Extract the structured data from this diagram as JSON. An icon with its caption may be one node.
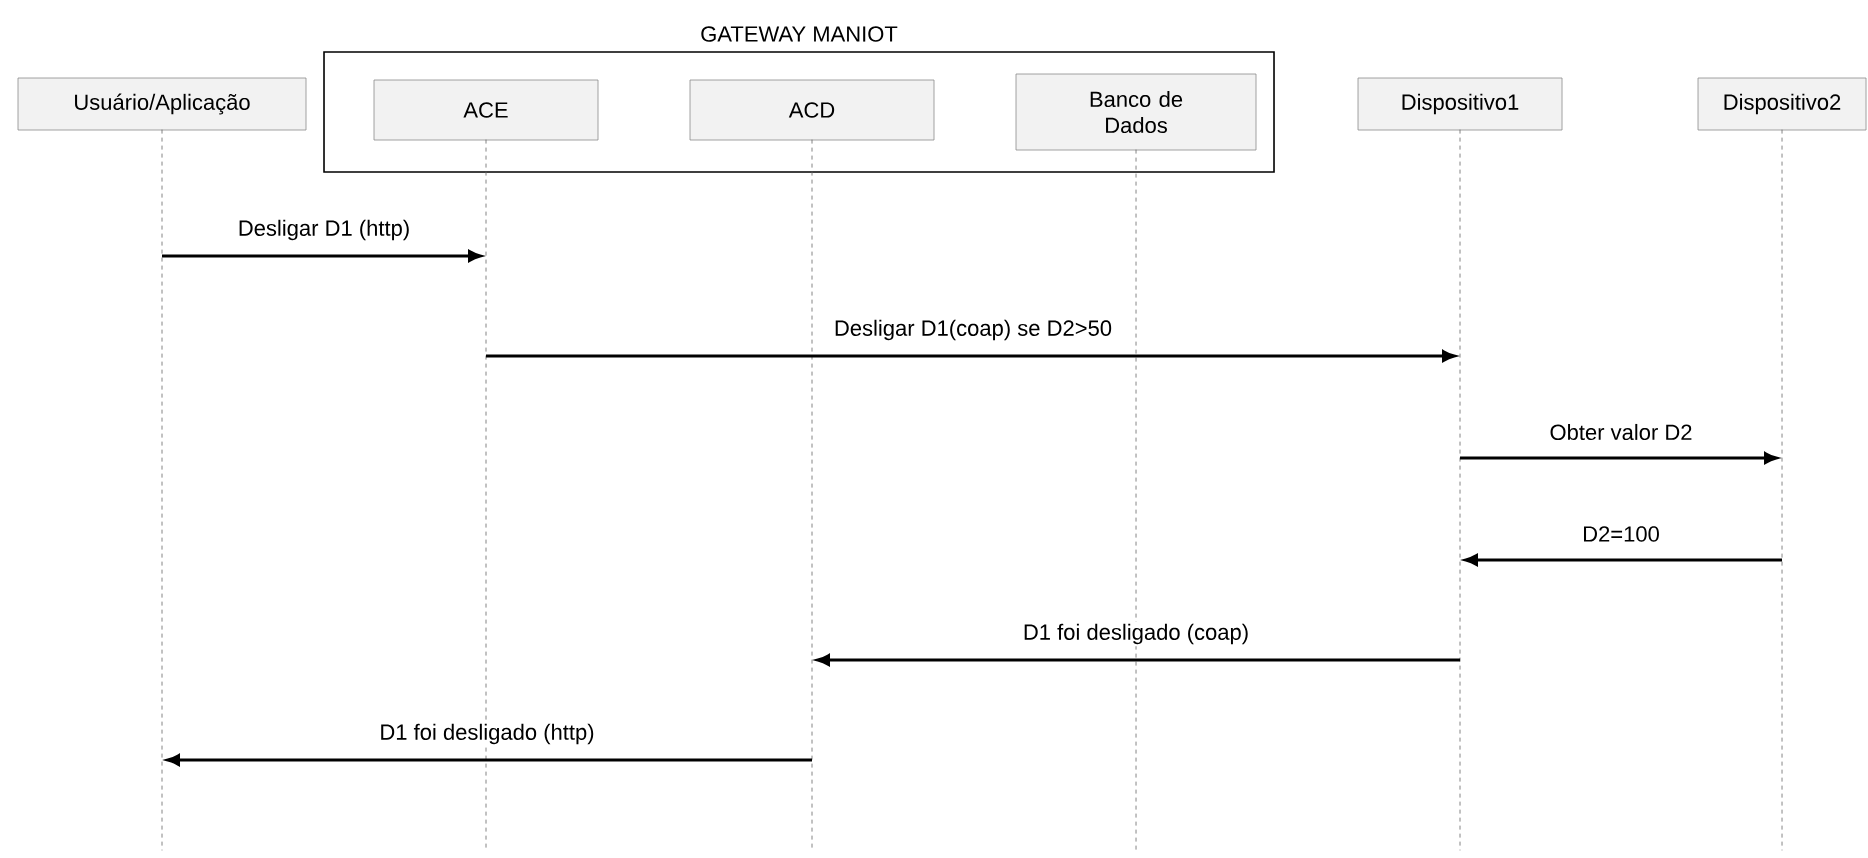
{
  "diagram": {
    "nodes": [
      {
        "text": [
          "Usuário/Aplicação"
        ]
      },
      {
        "text": [
          "GATEWAY MANIOT"
        ]
      },
      {
        "text": [
          "ACE"
        ],
        "in": 1
      },
      {
        "text": [
          "ACD"
        ],
        "in": 1
      },
      {
        "text": [
          "Banco de Dados"
        ],
        "in": 1
      },
      {
        "text": [
          "Dispositivo1"
        ]
      },
      {
        "text": [
          "Dispositivo2"
        ]
      },
      {
        "text": [],
        "shape": "line"
      },
      {
        "text": [],
        "shape": "line"
      },
      {
        "text": [],
        "shape": "line"
      },
      {
        "text": [],
        "shape": "line"
      },
      {
        "text": [],
        "shape": "line"
      },
      {
        "text": [],
        "shape": "line"
      }
    ],
    "edges": [
      {
        "from": 7,
        "to": 8,
        "arrow": "to",
        "label": "Desligar D1 (http)"
      },
      {
        "from": 8,
        "to": 11,
        "arrow": "to",
        "label": "Desligar D1(coap) se D2>50"
      },
      {
        "from": 11,
        "to": 12,
        "arrow": "to",
        "label": "Obter valor D2"
      },
      {
        "from": 12,
        "to": 11,
        "arrow": "to",
        "label": "D2=100"
      },
      {
        "from": 11,
        "to": 9,
        "arrow": "to",
        "label": "D1 foi desligado (coap)"
      },
      {
        "from": 9,
        "to": 7,
        "arrow": "to",
        "label": "D1 foi desligado (http)"
      }
    ]
  }
}
